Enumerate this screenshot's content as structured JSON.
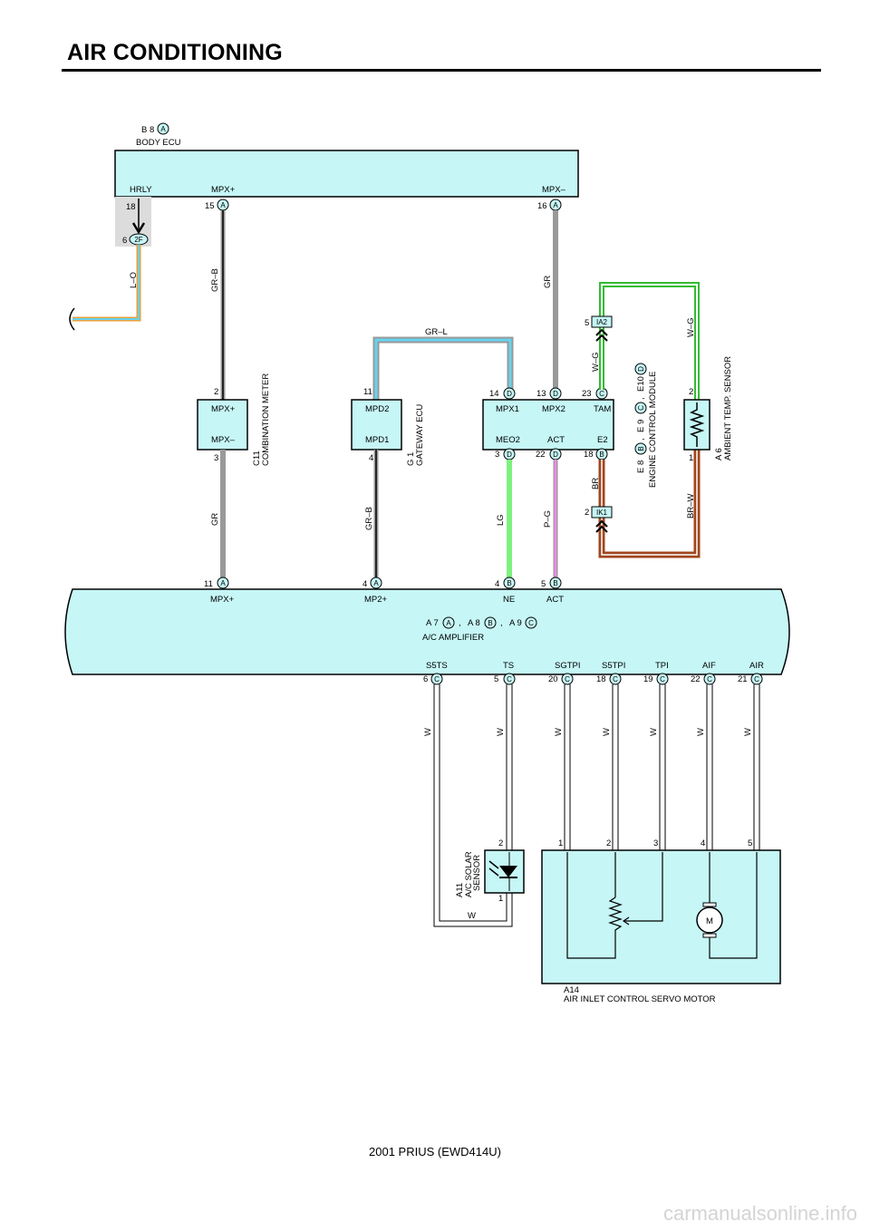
{
  "page": {
    "title": "AIR CONDITIONING",
    "footer": "2001 PRIUS (EWD414U)",
    "watermark": "carmanualsonline.info"
  },
  "colors": {
    "component_fill": "#c6f6f6",
    "wire_gray": "#999999",
    "wire_light_green": "#7cf27c",
    "wire_brown": "#a0461e",
    "wire_pink": "#ee88ee",
    "wire_light_blue": "#66d3ee",
    "wire_orange": "#e8a040",
    "wire_green": "#33bb33"
  },
  "components": {
    "body_ecu": {
      "ref": "B 8",
      "connector": "A",
      "name": "BODY ECU",
      "pins": {
        "hrly": "HRLY",
        "mpx_plus": "MPX+",
        "mpx_minus": "MPX–"
      },
      "pin_numbers": {
        "p18": "18",
        "p15": "15",
        "p16": "16"
      }
    },
    "junction_2f": {
      "pin": "6",
      "label": "2F"
    },
    "combination_meter": {
      "ref": "C11",
      "name": "COMBINATION METER",
      "pin_top": "2",
      "pin_bottom": "3",
      "label_top": "MPX+",
      "label_bottom": "MPX–"
    },
    "gateway_ecu": {
      "ref": "G 1",
      "name": "GATEWAY ECU",
      "pin_top": "11",
      "pin_bottom": "4",
      "label_top": "MPD2",
      "label_bottom": "MPD1"
    },
    "engine_control_module": {
      "refs": [
        "E 8",
        "E 9",
        "E10"
      ],
      "connectors": [
        "B",
        "C",
        "D"
      ],
      "name": "ENGINE CONTROL MODULE",
      "top_labels": [
        "MPX1",
        "MPX2",
        "TAM"
      ],
      "bottom_labels": [
        "MEO2",
        "ACT",
        "E2"
      ],
      "top_pins": [
        "14",
        "13",
        "23"
      ],
      "top_conns": [
        "D",
        "D",
        "C"
      ],
      "bottom_pins": [
        "3",
        "22",
        "18"
      ],
      "bottom_conns": [
        "D",
        "D",
        "B"
      ]
    },
    "ambient_sensor": {
      "ref": "A 6",
      "name": "AMBIENT TEMP. SENSOR",
      "pin_top": "2",
      "pin_bottom": "1"
    },
    "ia2": {
      "pin": "5",
      "label": "IA2"
    },
    "ik1": {
      "pin": "2",
      "label": "IK1"
    },
    "ac_amplifier": {
      "refs": [
        "A 7",
        "A 8",
        "A 9"
      ],
      "connectors": [
        "A",
        "B",
        "C"
      ],
      "sep": ",",
      "name": "A/C AMPLIFIER",
      "top_labels": [
        "MPX+",
        "MP2+",
        "NE",
        "ACT"
      ],
      "top_pins": [
        "11",
        "4",
        "4",
        "5"
      ],
      "top_conns": [
        "A",
        "A",
        "B",
        "B"
      ],
      "bottom_labels": [
        "S5TS",
        "TS",
        "SGTPI",
        "S5TPI",
        "TPI",
        "AIF",
        "AIR"
      ],
      "bottom_pins": [
        "6",
        "5",
        "20",
        "18",
        "19",
        "22",
        "21"
      ],
      "bottom_conns": [
        "C",
        "C",
        "C",
        "C",
        "C",
        "C",
        "C"
      ]
    },
    "solar_sensor": {
      "ref": "A11",
      "name_lines": [
        "A/C SOLAR",
        "SENSOR"
      ],
      "pin_top": "2",
      "pin_bottom": "1"
    },
    "servo_motor": {
      "ref": "A14",
      "name": "AIR INLET CONTROL SERVO MOTOR",
      "pins": [
        "1",
        "2",
        "3",
        "4",
        "5"
      ],
      "motor_label": "M"
    }
  },
  "wires": {
    "l_o": "L–O",
    "gr_b_top": "GR–B",
    "gr_right": "GR",
    "gr_l": "GR–L",
    "w_g_left": "W–G",
    "w_g_right": "W–G",
    "gr_bottom": "GR",
    "gr_b_bottom": "GR–B",
    "lg": "LG",
    "p_g": "P–G",
    "br": "BR",
    "br_w": "BR–W",
    "w": "W"
  }
}
